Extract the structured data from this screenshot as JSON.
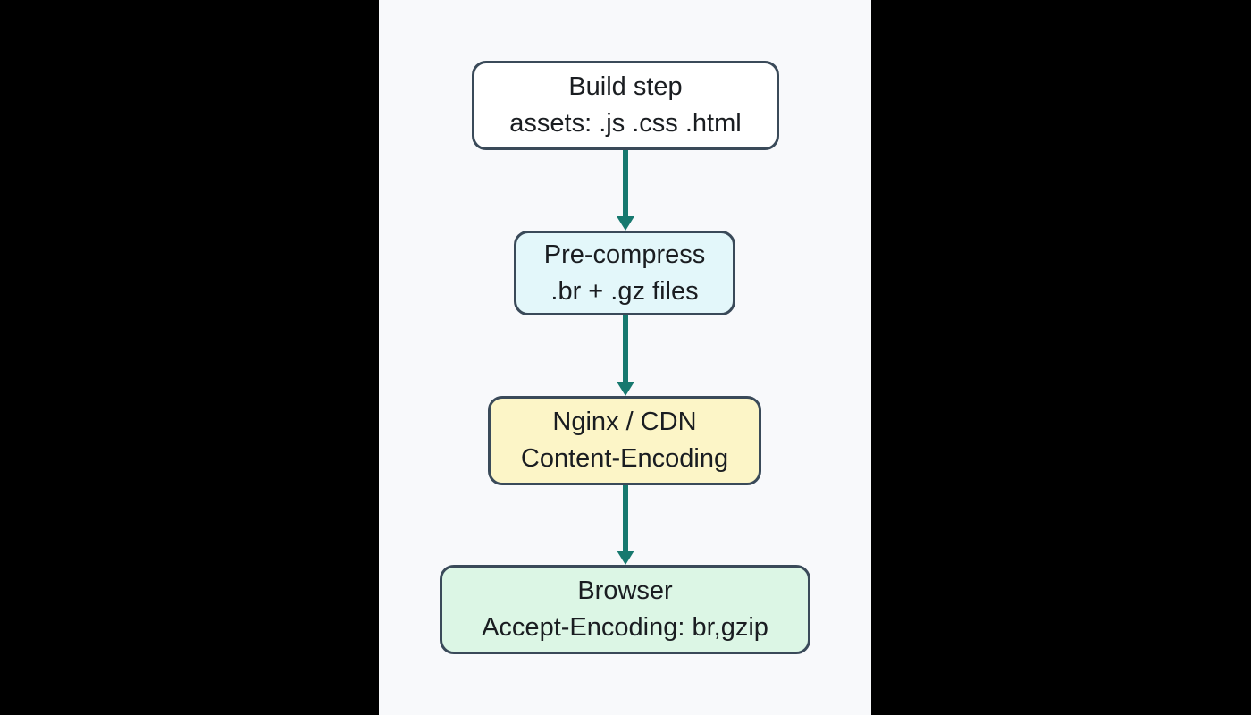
{
  "diagram": {
    "type": "flowchart",
    "direction": "top-down",
    "background": "#f8f9fb",
    "outer_background": "#000000",
    "colors": {
      "node_border": "#3a4a59",
      "text": "#1a1d21",
      "arrow": "#17796f"
    },
    "nodes": [
      {
        "id": "build",
        "line1": "Build step",
        "line2": "assets: .js .css .html",
        "fill": "#ffffff"
      },
      {
        "id": "precompress",
        "line1": "Pre-compress",
        "line2": ".br + .gz files",
        "fill": "#e3f7fa"
      },
      {
        "id": "nginx",
        "line1": "Nginx / CDN",
        "line2": "Content-Encoding",
        "fill": "#fcf5c7"
      },
      {
        "id": "browser",
        "line1": "Browser",
        "line2": "Accept-Encoding: br,gzip",
        "fill": "#dcf6e5"
      }
    ],
    "edges": [
      {
        "from": "build",
        "to": "precompress",
        "label": ""
      },
      {
        "from": "precompress",
        "to": "nginx",
        "label": ""
      },
      {
        "from": "nginx",
        "to": "browser",
        "label": ""
      }
    ]
  }
}
